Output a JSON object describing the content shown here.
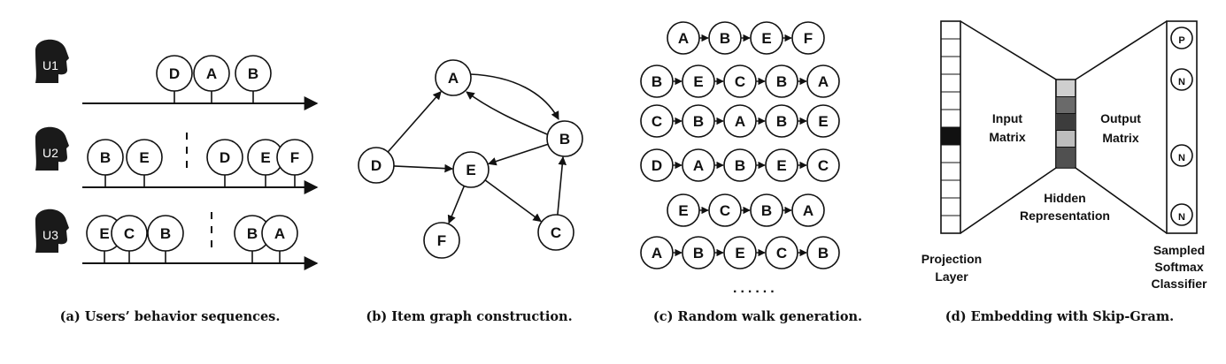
{
  "panels": {
    "a": {
      "caption": "(a) Users’ behavior sequences.",
      "users": [
        "U1",
        "U2",
        "U3"
      ],
      "rows": [
        {
          "user": "U1",
          "sessions": [
            [
              "D",
              "A",
              "B"
            ]
          ]
        },
        {
          "user": "U2",
          "sessions": [
            [
              "B",
              "E"
            ],
            [
              "D",
              "E",
              "F"
            ]
          ]
        },
        {
          "user": "U3",
          "sessions": [
            [
              "E",
              "C",
              "B"
            ],
            [
              "B",
              "A"
            ]
          ]
        }
      ]
    },
    "b": {
      "caption": "(b) Item graph construction.",
      "nodes": [
        "A",
        "B",
        "C",
        "D",
        "E",
        "F"
      ],
      "edges": [
        [
          "D",
          "A"
        ],
        [
          "A",
          "B"
        ],
        [
          "B",
          "A"
        ],
        [
          "D",
          "E"
        ],
        [
          "B",
          "E"
        ],
        [
          "E",
          "F"
        ],
        [
          "E",
          "C"
        ],
        [
          "C",
          "B"
        ]
      ]
    },
    "c": {
      "caption": "(c) Random walk generation.",
      "walks": [
        [
          "A",
          "B",
          "E",
          "F"
        ],
        [
          "B",
          "E",
          "C",
          "B",
          "A"
        ],
        [
          "C",
          "B",
          "A",
          "B",
          "E"
        ],
        [
          "D",
          "A",
          "B",
          "E",
          "C"
        ],
        [
          "E",
          "C",
          "B",
          "A"
        ],
        [
          "A",
          "B",
          "E",
          "C",
          "B"
        ]
      ],
      "ellipsis": "......"
    },
    "d": {
      "caption": "(d) Embedding with Skip-Gram.",
      "input_matrix": [
        "Input",
        "Matrix"
      ],
      "output_matrix": [
        "Output",
        "Matrix"
      ],
      "hidden": [
        "Hidden",
        "Representation"
      ],
      "projection": [
        "Projection",
        "Layer"
      ],
      "classifier": [
        "Sampled",
        "Softmax",
        "Classifier"
      ],
      "output_nodes": [
        "P",
        "N",
        "N",
        "N"
      ]
    }
  }
}
